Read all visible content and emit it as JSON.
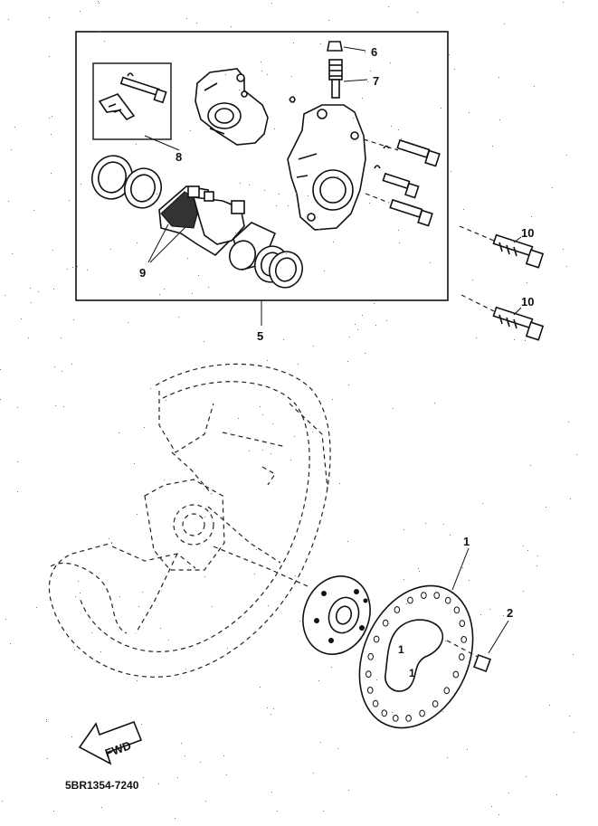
{
  "callouts": {
    "c1": "1",
    "c2": "2",
    "c5": "5",
    "c6": "6",
    "c7": "7",
    "c8": "8",
    "c9": "9",
    "c10a": "10",
    "c10b": "10"
  },
  "fwd_label": "FWD",
  "drawing_code": "5BR1354-7240"
}
